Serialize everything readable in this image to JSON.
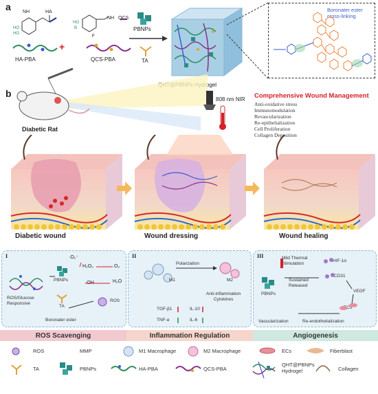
{
  "panel_a": {
    "letter": "a",
    "ha_label": "HA",
    "qcs_label": "QCS",
    "ha_pba": "HA-PBA",
    "qcs_pba": "QCS-PBA",
    "plus": "+",
    "pbnps": "PBNPs",
    "ta": "TA",
    "hydrogel": "QHT@PBNPs Hydrogel",
    "crosslink": "Boronater ester\ncross-linking"
  },
  "panel_b": {
    "letter": "b",
    "rat": "Diabetic Rat",
    "nir": "808 nm NIR",
    "mgmt_title": "Comprehensive Wound Management",
    "mgmt_items": [
      "Anti-oxidative stress",
      "Immunomodulation",
      "Revascularization",
      "Re-epithelialization",
      "Cell Proliferation",
      "Collagen Deposition"
    ],
    "stages": [
      "Diabetic wound",
      "Wound dressing",
      "Wound healing"
    ]
  },
  "box1": {
    "roman": "I",
    "o2m": "·O₂⁻",
    "h2o2": "H₂O₂",
    "o2": "O₂",
    "oh": "·OH",
    "h2o": "H₂O",
    "pbnps": "PBNPs",
    "ta": "TA",
    "ros_glucose": "ROS/Glucose\nResponsive",
    "boron": "Boronater ester",
    "ros": "ROS"
  },
  "box2": {
    "roman": "II",
    "polarization": "Polarization",
    "m1": "M1",
    "m2": "M2",
    "antiinfl": "Anti-inflammation\nCytokines",
    "tgf": "TGF-β1",
    "il10": "IL-10",
    "tnf": "TNF-α",
    "il6": "IL-6"
  },
  "box3": {
    "roman": "III",
    "mild": "Mild Thermal\nStimulation",
    "hif": "HIF-1α",
    "sustained": "Sustained\nReleased",
    "cd31": "CD31",
    "pbnps": "PBNPs",
    "vegf": "VEGF",
    "ecs": "ECs",
    "vasc": "Vascularization",
    "reendo": "Re-endothelialization"
  },
  "sections": [
    "ROS Scavenging",
    "Inflammation Regulation",
    "Angiogenesis"
  ],
  "legend": [
    {
      "label": "ROS"
    },
    {
      "label": "MMP"
    },
    {
      "label": "M1 Macrophage"
    },
    {
      "label": "M2 Macrophage"
    },
    {
      "label": "ECs"
    },
    {
      "label": "Fiberblast"
    },
    {
      "label": "TA"
    },
    {
      "label": "PBNPs"
    },
    {
      "label": "HA-PBA"
    },
    {
      "label": "QCS-PBA"
    },
    {
      "label": "QHT@PBNPs\nHydrogel"
    },
    {
      "label": "Collagen"
    }
  ],
  "colors": {
    "ros_band": "#f2c9cf",
    "infl_band": "#f6d6cc",
    "angio_band": "#cfe8e0",
    "hydrogel": "#a9cfe4",
    "red_title": "#d6202a",
    "teal": "#2a8c86",
    "purple": "#6b4a9a"
  }
}
